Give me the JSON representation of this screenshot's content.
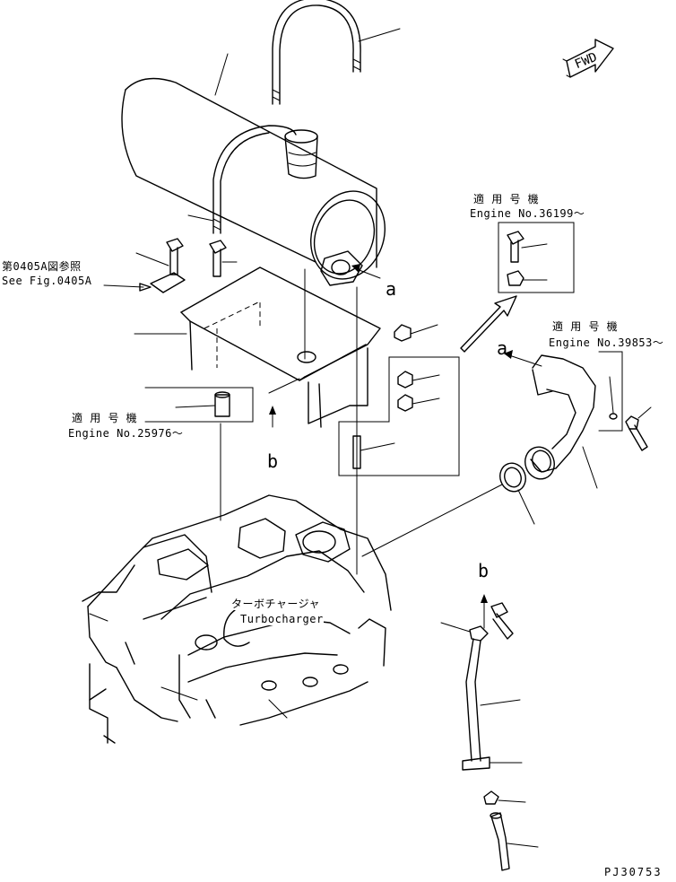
{
  "direction_sign": {
    "text": "FWD"
  },
  "references": {
    "see_fig_jp": "第0405A図参照",
    "see_fig_en": "See Fig.0405A"
  },
  "applicability": [
    {
      "jp": "適 用 号 機",
      "en": "Engine No.36199～"
    },
    {
      "jp": "適 用 号 機",
      "en": "Engine No.39853～"
    },
    {
      "jp": "適 用 号 機",
      "en": "Engine No.25976～"
    }
  ],
  "component_label": {
    "jp": "ターボチャージャ",
    "en": "Turbocharger"
  },
  "callout_letters": {
    "a_main": "a",
    "a_elbow": "a",
    "b_main": "b",
    "b_pipe": "b"
  },
  "drawing_number": "PJ30753"
}
